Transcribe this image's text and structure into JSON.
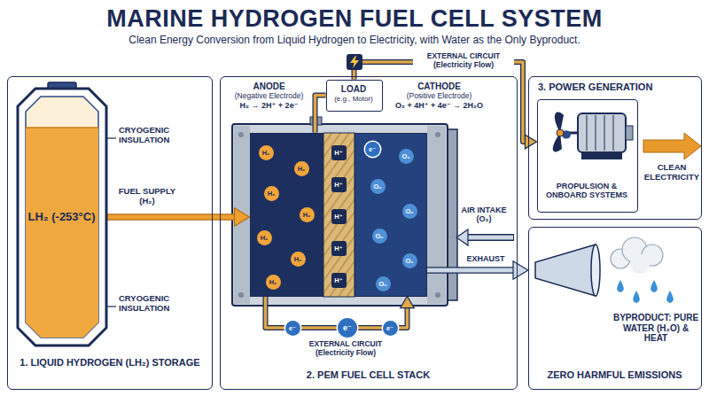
{
  "diagram": {
    "title": "MARINE HYDROGEN FUEL CELL SYSTEM",
    "caption": "Clean Energy Conversion from Liquid Hydrogen to Electricity, with Water as the Only Byproduct.",
    "nodes": [
      {
        "text": [
          "1. LIQUID HYDROGEN (LH₂) STORAGE"
        ]
      },
      {
        "text": [
          "LH₂ (-253°C)"
        ],
        "in": 0
      },
      {
        "text": [
          "2. PEM FUEL CELL STACK"
        ]
      },
      {
        "text": [
          "ANODE",
          "(Negative Electrode)",
          "H₂ → 2H⁺ + 2e⁻"
        ],
        "in": 2
      },
      {
        "text": [
          "LOAD",
          "(e.g., Motor)"
        ],
        "in": 2
      },
      {
        "text": [
          "CATHODE",
          "(Positive Electrode)",
          "O₂ + 4H⁺ + 4e⁻ → 2H₂O"
        ],
        "in": 2
      },
      {
        "text": [
          "3. POWER GENERATION"
        ]
      },
      {
        "text": [
          "PROPULSION & ONBOARD SYSTEMS"
        ],
        "in": 6
      },
      {
        "text": [
          "BYPRODUCT: PURE WATER (H₂O) & HEAT",
          "ZERO HARMFUL EMISSIONS"
        ]
      }
    ],
    "edges": [
      {
        "from": 1,
        "to": 3,
        "arrow": "to",
        "label": "FUEL SUPPLY (H₂)"
      },
      {
        "from": 3,
        "to": 4,
        "arrow": "none"
      },
      {
        "from": 4,
        "to": 7,
        "arrow": "to",
        "label": "EXTERNAL CIRCUIT (Electricity Flow)"
      },
      {
        "from": 3,
        "to": 5,
        "arrow": "to",
        "label": "EXTERNAL CIRCUIT (Electricity Flow)"
      },
      {
        "from": 5,
        "to": 8,
        "arrow": "to",
        "label": "EXHAUST"
      }
    ],
    "labels": [
      "CRYOGENIC INSULATION",
      "CRYOGENIC INSULATION",
      "AIR INTAKE (O₂)",
      "CLEAN ELECTRICITY",
      "H₂",
      "H₂",
      "H₂",
      "H₂",
      "H₂",
      "H₂",
      "H₂",
      "H⁺",
      "H⁺",
      "H⁺",
      "H⁺",
      "H⁺",
      "O₂",
      "O₂",
      "O₂",
      "O₂",
      "O₂",
      "O₂",
      "e⁻",
      "e⁻",
      "e⁻",
      "e⁻"
    ]
  }
}
